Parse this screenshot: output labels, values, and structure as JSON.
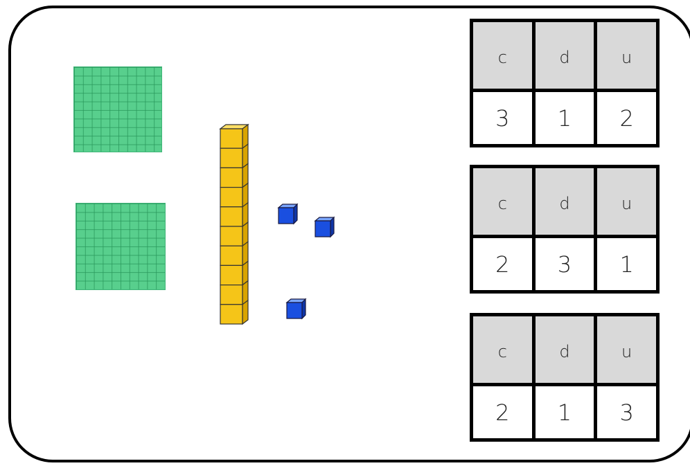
{
  "colors": {
    "frame_border": "#000000",
    "hundred_flat": "#58cf8d",
    "ten_rod": "#f5c518",
    "unit_cube": "#1a4fe0",
    "table_header_bg": "#d9d9d9"
  },
  "blocks": {
    "hundreds_count": 2,
    "tens_count": 1,
    "units_count": 3
  },
  "tables": [
    {
      "headers": [
        "c",
        "d",
        "u"
      ],
      "values": [
        "3",
        "1",
        "2"
      ]
    },
    {
      "headers": [
        "c",
        "d",
        "u"
      ],
      "values": [
        "2",
        "3",
        "1"
      ]
    },
    {
      "headers": [
        "c",
        "d",
        "u"
      ],
      "values": [
        "2",
        "1",
        "3"
      ]
    }
  ]
}
